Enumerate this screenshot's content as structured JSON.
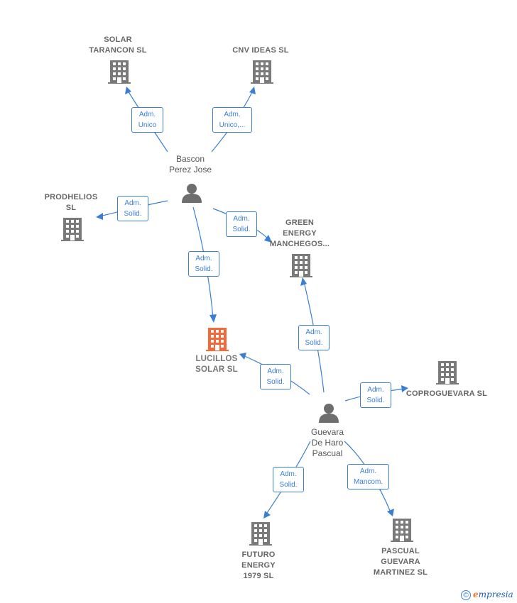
{
  "nodes": {
    "solar_tarancon": {
      "lines": [
        "SOLAR",
        "TARANCON  SL"
      ],
      "kind": "company"
    },
    "cnv_ideas": {
      "lines": [
        "CNV IDEAS SL"
      ],
      "kind": "company"
    },
    "prodhelios": {
      "lines": [
        "PRODHELIOS",
        "SL"
      ],
      "kind": "company"
    },
    "green_energy": {
      "lines": [
        "GREEN",
        "ENERGY",
        "MANCHEGOS..."
      ],
      "kind": "company"
    },
    "lucillos": {
      "lines": [
        "LUCILLOS",
        "SOLAR  SL"
      ],
      "kind": "company",
      "highlight": true
    },
    "coproguevara": {
      "lines": [
        "COPROGUEVARA SL"
      ],
      "kind": "company"
    },
    "futuro_energy": {
      "lines": [
        "FUTURO",
        "ENERGY",
        "1979  SL"
      ],
      "kind": "company"
    },
    "pascual_guevara": {
      "lines": [
        "PASCUAL",
        "GUEVARA",
        "MARTINEZ  SL"
      ],
      "kind": "company"
    },
    "bascon": {
      "lines": [
        "Bascon",
        "Perez Jose"
      ],
      "kind": "person"
    },
    "guevara": {
      "lines": [
        "Guevara",
        "De Haro",
        "Pascual"
      ],
      "kind": "person"
    }
  },
  "edges": [
    {
      "from": "bascon",
      "to": "solar_tarancon",
      "label": [
        "Adm.",
        "Unico"
      ]
    },
    {
      "from": "bascon",
      "to": "cnv_ideas",
      "label": [
        "Adm.",
        "Unico,..."
      ]
    },
    {
      "from": "bascon",
      "to": "prodhelios",
      "label": [
        "Adm.",
        "Solid."
      ]
    },
    {
      "from": "bascon",
      "to": "green_energy",
      "label": [
        "Adm.",
        "Solid."
      ]
    },
    {
      "from": "bascon",
      "to": "lucillos",
      "label": [
        "Adm.",
        "Solid."
      ]
    },
    {
      "from": "guevara",
      "to": "green_energy",
      "label": [
        "Adm.",
        "Solid."
      ]
    },
    {
      "from": "guevara",
      "to": "lucillos",
      "label": [
        "Adm.",
        "Solid."
      ]
    },
    {
      "from": "guevara",
      "to": "coproguevara",
      "label": [
        "Adm.",
        "Solid."
      ]
    },
    {
      "from": "guevara",
      "to": "futuro_energy",
      "label": [
        "Adm.",
        "Solid."
      ]
    },
    {
      "from": "guevara",
      "to": "pascual_guevara",
      "label": [
        "Adm.",
        "Mancom."
      ]
    }
  ],
  "colors": {
    "edge": "#3a7fd5",
    "company_icon": "#7a7a7a",
    "highlight_icon": "#f26a3a",
    "person_icon": "#6e6e6e",
    "text": "#666666"
  },
  "footer": {
    "copyright_symbol": "©",
    "brand_first": "e",
    "brand_rest": "mpresia"
  }
}
